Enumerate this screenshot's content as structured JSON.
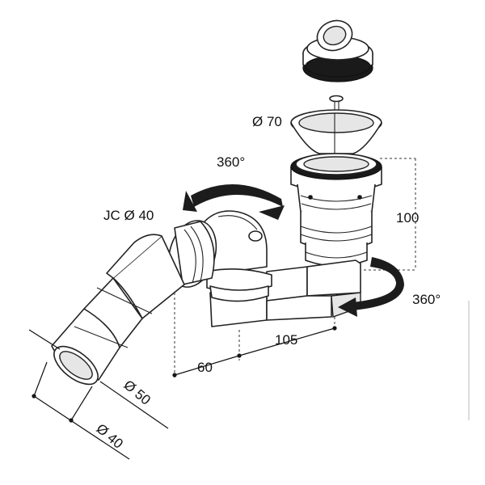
{
  "labels": {
    "cap_diameter": "Ø 70",
    "rotation_top": "360°",
    "rotation_right": "360°",
    "connector": "JC Ø 40",
    "height": "100",
    "length_main": "105",
    "length_side": "60",
    "outlet_outer": "Ø 50",
    "outlet_inner": "Ø 40"
  }
}
